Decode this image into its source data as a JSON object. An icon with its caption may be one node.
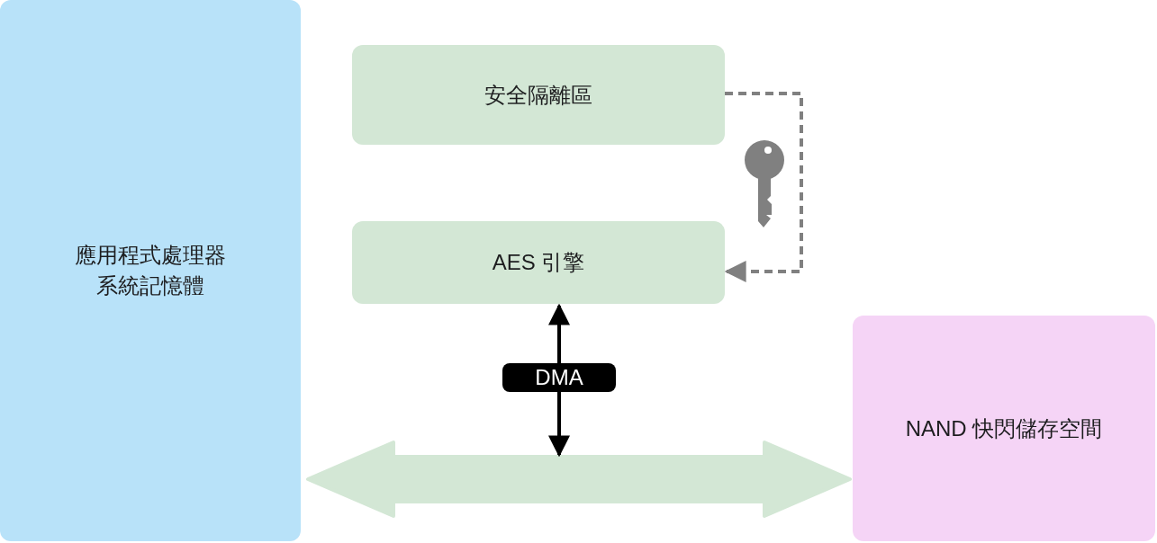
{
  "diagram": {
    "nodes": [
      {
        "text": [
          "應用程式處理器系統記憶體"
        ]
      },
      {
        "text": [
          "安全隔離區"
        ]
      },
      {
        "text": [
          "AES 引擎"
        ]
      },
      {
        "text": [
          "NAND 快閃儲存空間"
        ]
      }
    ],
    "edges": [
      {
        "from": 0,
        "to": 3,
        "arrow": "both",
        "style": "thick",
        "color": "#d3e7d5"
      },
      {
        "from": 1,
        "to": 2,
        "arrow": "to",
        "style": "dashed",
        "color": "#808080"
      },
      {
        "from": 2,
        "to": null,
        "arrow": "both",
        "label": "DMA",
        "color": "#000000"
      }
    ]
  }
}
